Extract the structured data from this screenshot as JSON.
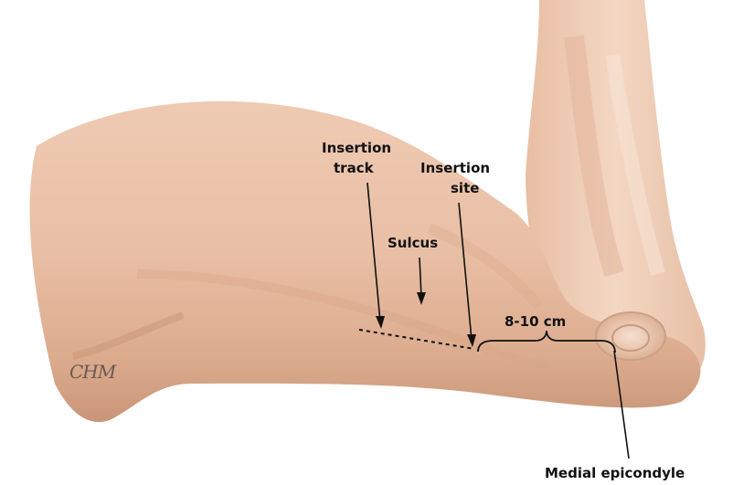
{
  "labels": {
    "insertion_track_line1": "Insertion",
    "insertion_track_line2": "track",
    "insertion_site_line1": "Insertion",
    "insertion_site_line2": "site",
    "sulcus": "Sulcus",
    "distance": "8-10 cm",
    "medial_epicondyle": "Medial epicondyle"
  },
  "signature": "CHM",
  "colors": {
    "skin_light": "#f2d3bd",
    "skin_mid": "#e4b99e",
    "skin_shadow": "#c9977a",
    "ink": "#111111"
  }
}
